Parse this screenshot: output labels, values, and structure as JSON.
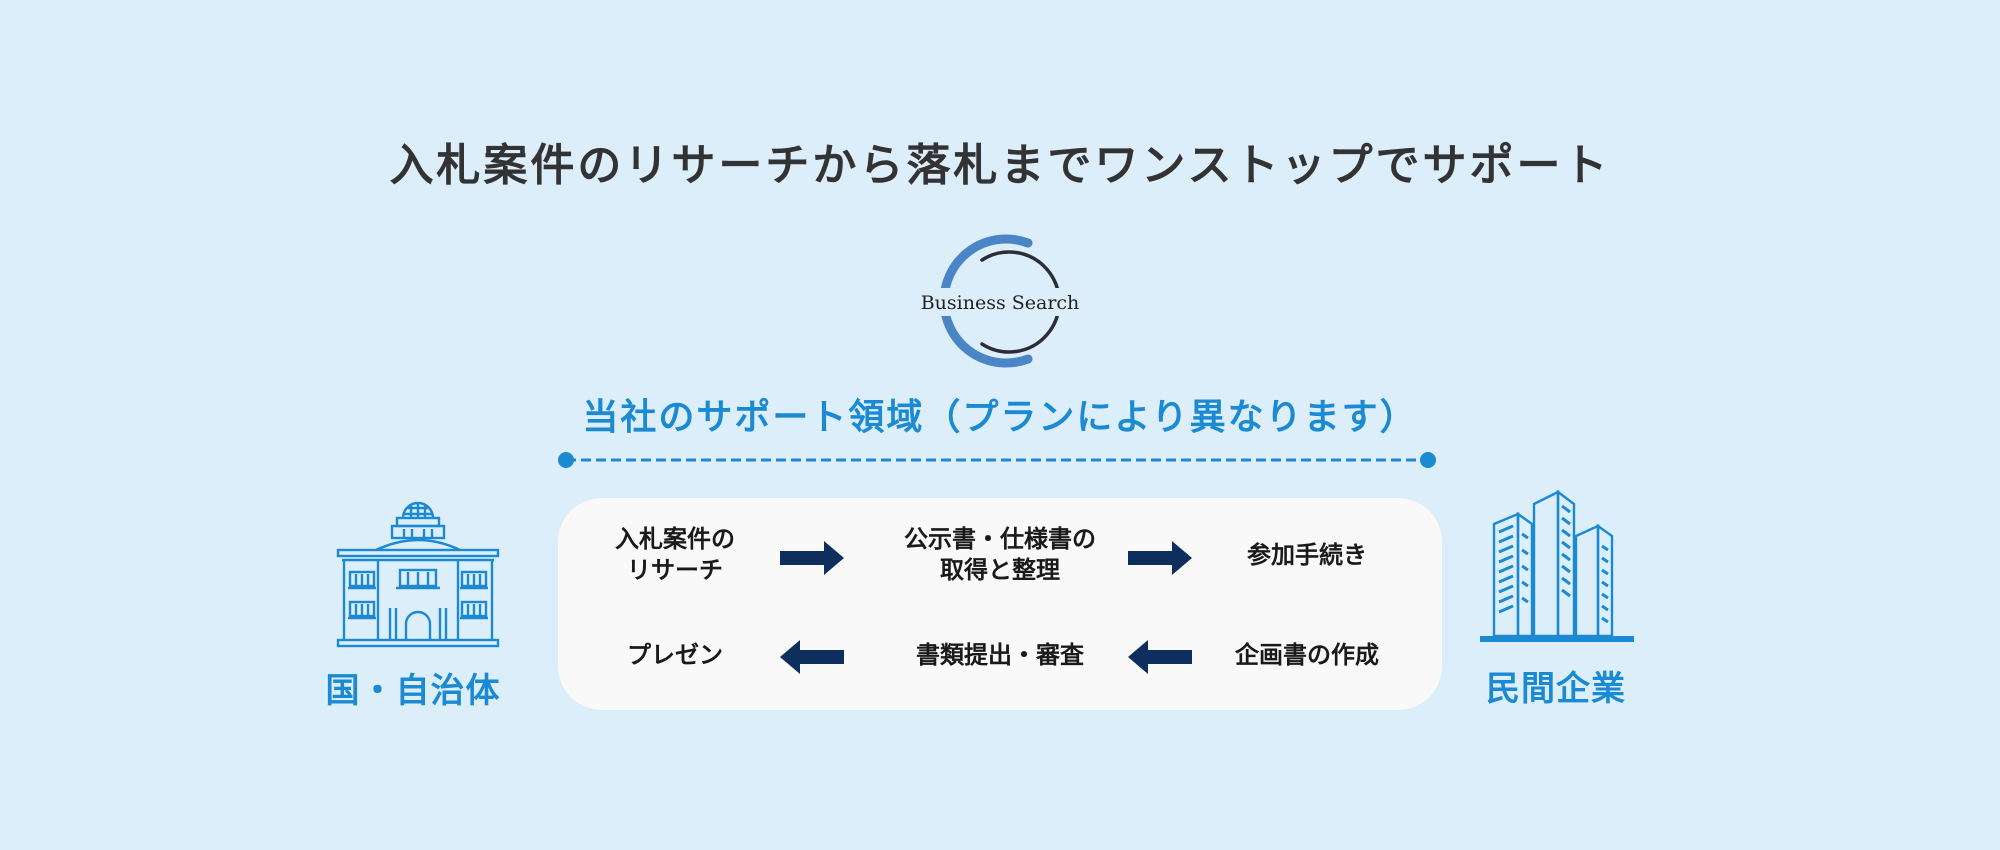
{
  "headline": "入札案件のリサーチから落札までワンストップでサポート",
  "logo": {
    "text": "Business Search",
    "arc_color_blue": "#4a86c6",
    "arc_color_dark": "#2d2d38"
  },
  "section_title": "当社のサポート領域（プランにより異なります）",
  "process": {
    "row1": [
      "入札案件の\nリサーチ",
      "公示書・仕様書の\n取得と整理",
      "参加手続き"
    ],
    "row2": [
      "プレゼン",
      "書類提出・審査",
      "企画書の作成"
    ],
    "arrows": {
      "row1": [
        "right-arrow-icon",
        "right-arrow-icon"
      ],
      "row2": [
        "left-arrow-icon",
        "left-arrow-icon"
      ]
    }
  },
  "left_entity": {
    "label": "国・自治体",
    "icon": "government-building-icon"
  },
  "right_entity": {
    "label": "民間企業",
    "icon": "office-buildings-icon"
  },
  "colors": {
    "background": "#ddeefb",
    "accent_blue": "#1b8ad3",
    "arrow_navy": "#0e2f5e",
    "text_dark": "#333333",
    "box": "#f9f9f9"
  }
}
